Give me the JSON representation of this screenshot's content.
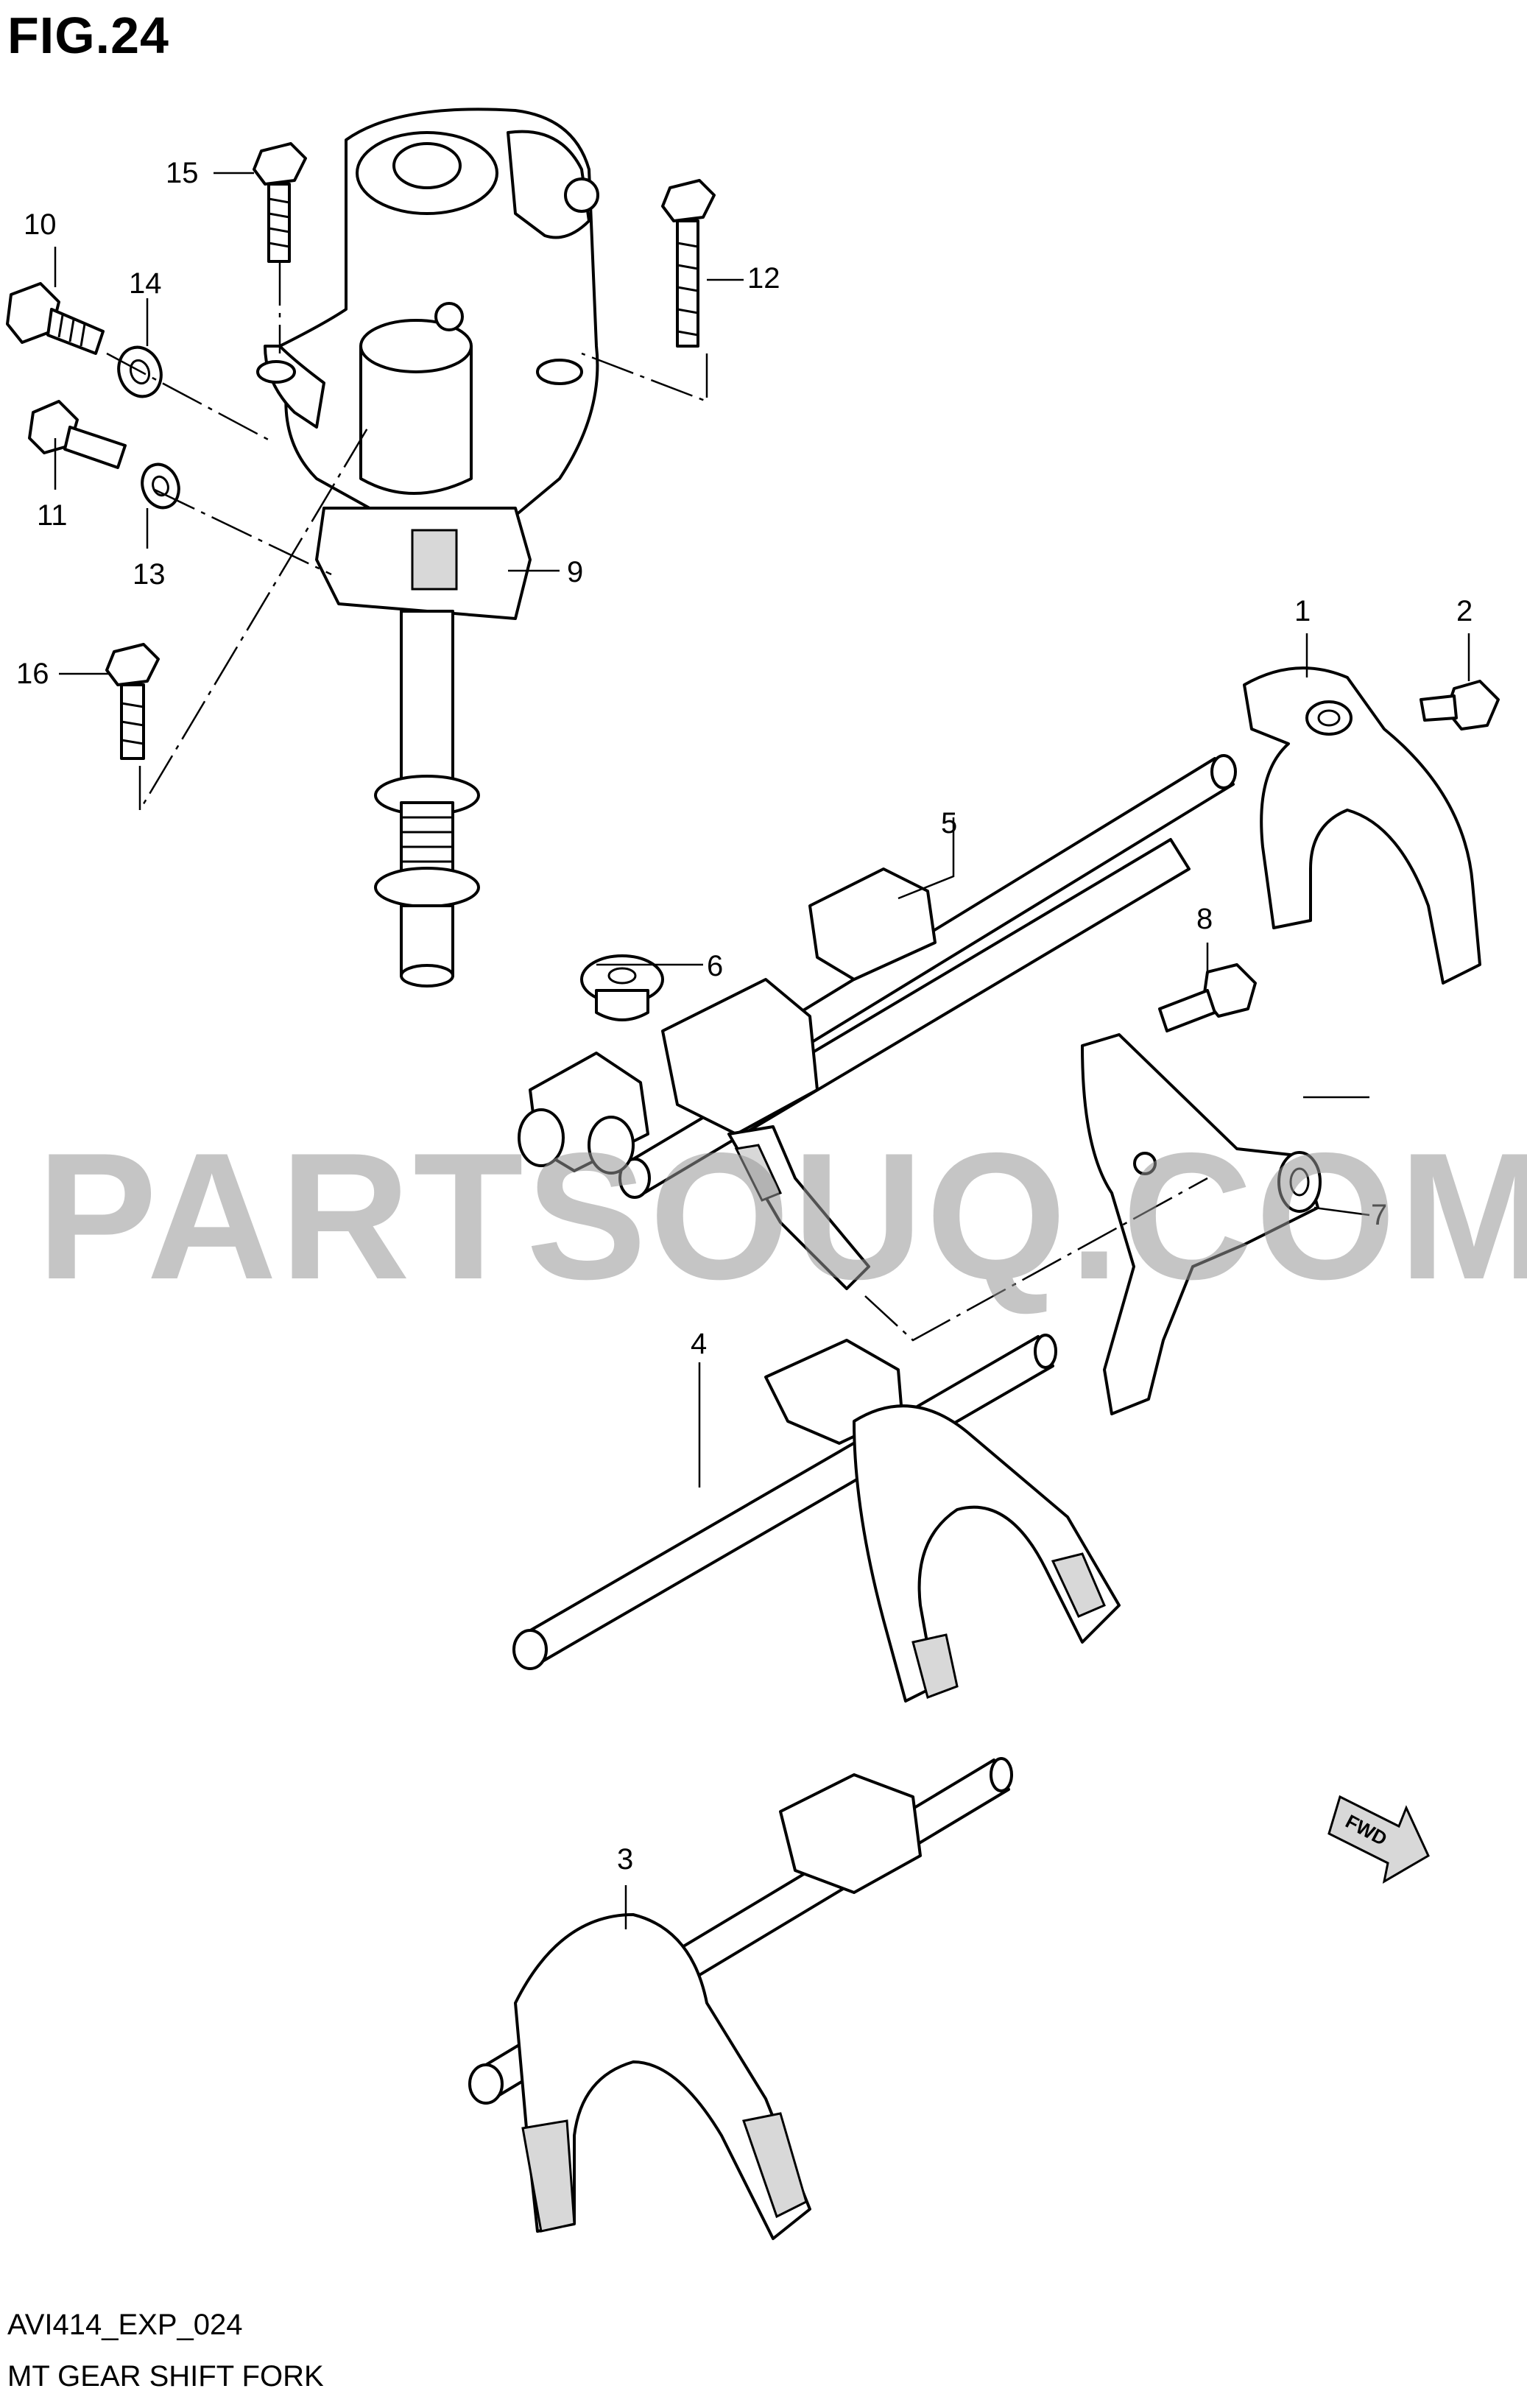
{
  "figure": {
    "title": "FIG.24",
    "code": "AVI414_EXP_024",
    "caption": "MT GEAR SHIFT FORK"
  },
  "watermark": "PARTSOUQ.COM",
  "fwd_label": "FWD",
  "callouts": [
    "1",
    "2",
    "3",
    "4",
    "5",
    "6",
    "7",
    "8",
    "9",
    "10",
    "11",
    "12",
    "13",
    "14",
    "15",
    "16"
  ]
}
